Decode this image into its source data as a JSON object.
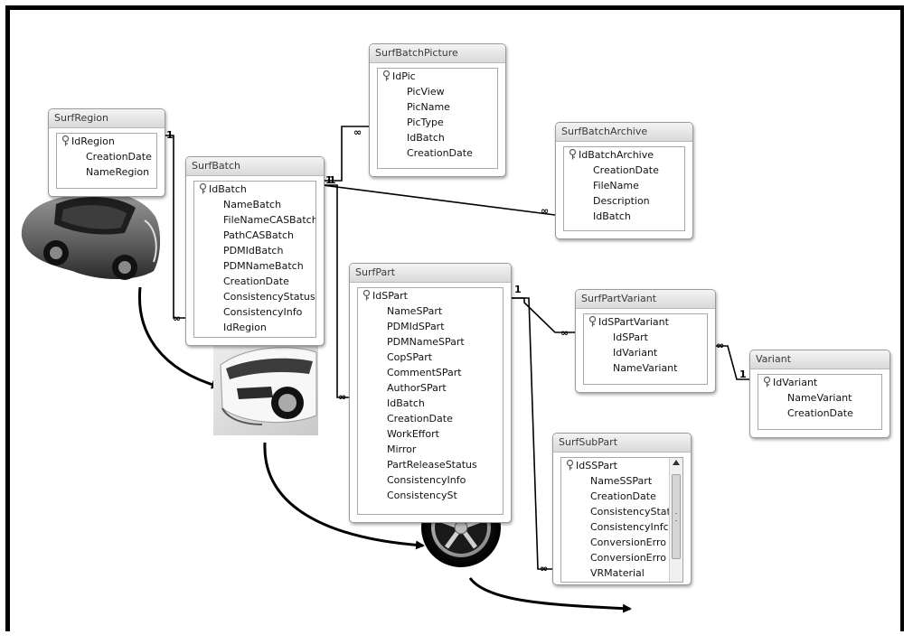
{
  "tables": {
    "surfregion": {
      "title": "SurfRegion",
      "key": "IdRegion",
      "fields": [
        "CreationDate",
        "NameRegion"
      ]
    },
    "surfbatch": {
      "title": "SurfBatch",
      "key": "IdBatch",
      "fields": [
        "NameBatch",
        "FileNameCASBatch",
        "PathCASBatch",
        "PDMIdBatch",
        "PDMNameBatch",
        "CreationDate",
        "ConsistencyStatus",
        "ConsistencyInfo",
        "IdRegion"
      ]
    },
    "surfbatchpicture": {
      "title": "SurfBatchPicture",
      "key": "IdPic",
      "fields": [
        "PicView",
        "PicName",
        "PicType",
        "IdBatch",
        "CreationDate"
      ]
    },
    "surfbatcharchive": {
      "title": "SurfBatchArchive",
      "key": "IdBatchArchive",
      "fields": [
        "CreationDate",
        "FileName",
        "Description",
        "IdBatch"
      ]
    },
    "surfpart": {
      "title": "SurfPart",
      "key": "IdSPart",
      "fields": [
        "NameSPart",
        "PDMIdSPart",
        "PDMNameSPart",
        "CopSPart",
        "CommentSPart",
        "AuthorSPart",
        "IdBatch",
        "CreationDate",
        "WorkEffort",
        "Mirror",
        "PartReleaseStatus",
        "ConsistencyInfo",
        "ConsistencySt"
      ]
    },
    "surfpartvariant": {
      "title": "SurfPartVariant",
      "key": "IdSPartVariant",
      "fields": [
        "IdSPart",
        "IdVariant",
        "NameVariant"
      ]
    },
    "variant": {
      "title": "Variant",
      "key": "IdVariant",
      "fields": [
        "NameVariant",
        "CreationDate"
      ]
    },
    "surfsubpart": {
      "title": "SurfSubPart",
      "key": "IdSSPart",
      "fields": [
        "NameSSPart",
        "CreationDate",
        "ConsistencyStat",
        "ConsistencyInfc",
        "ConversionErro",
        "ConversionErro",
        "VRMaterial"
      ]
    }
  },
  "cardinality": {
    "one": "1",
    "many": "∞"
  },
  "images": [
    "car-photo",
    "car-front-photo",
    "wheel-photo",
    "wheel-photo"
  ]
}
